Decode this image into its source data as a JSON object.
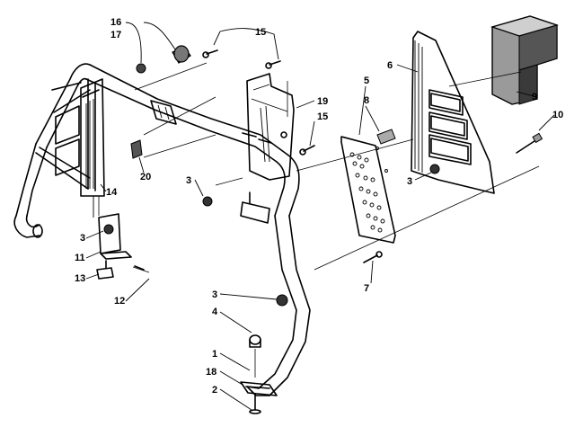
{
  "part_labels": [
    {
      "id": "p16",
      "text": "16"
    },
    {
      "id": "p17",
      "text": "17"
    },
    {
      "id": "p15a",
      "text": "15"
    },
    {
      "id": "p6",
      "text": "6"
    },
    {
      "id": "p5",
      "text": "5"
    },
    {
      "id": "p8",
      "text": "8"
    },
    {
      "id": "p9",
      "text": "9"
    },
    {
      "id": "p19",
      "text": "19"
    },
    {
      "id": "p15b",
      "text": "15"
    },
    {
      "id": "p10",
      "text": "10"
    },
    {
      "id": "p20",
      "text": "20"
    },
    {
      "id": "p14",
      "text": "14"
    },
    {
      "id": "p3a",
      "text": "3"
    },
    {
      "id": "p3b",
      "text": "3"
    },
    {
      "id": "p3c",
      "text": "3"
    },
    {
      "id": "p11",
      "text": "11"
    },
    {
      "id": "p13",
      "text": "13"
    },
    {
      "id": "p12",
      "text": "12"
    },
    {
      "id": "p7",
      "text": "7"
    },
    {
      "id": "p3d",
      "text": "3"
    },
    {
      "id": "p4",
      "text": "4"
    },
    {
      "id": "p1",
      "text": "1"
    },
    {
      "id": "p18",
      "text": "18"
    },
    {
      "id": "p2",
      "text": "2"
    }
  ],
  "components": [
    "handlebar-frame",
    "side-panel-left",
    "screen-plate",
    "rear-panel-mount",
    "side-panel-right",
    "perforated-plate",
    "foam-pad",
    "bracket-lower-left",
    "bottom-mount-plate",
    "fasteners"
  ]
}
